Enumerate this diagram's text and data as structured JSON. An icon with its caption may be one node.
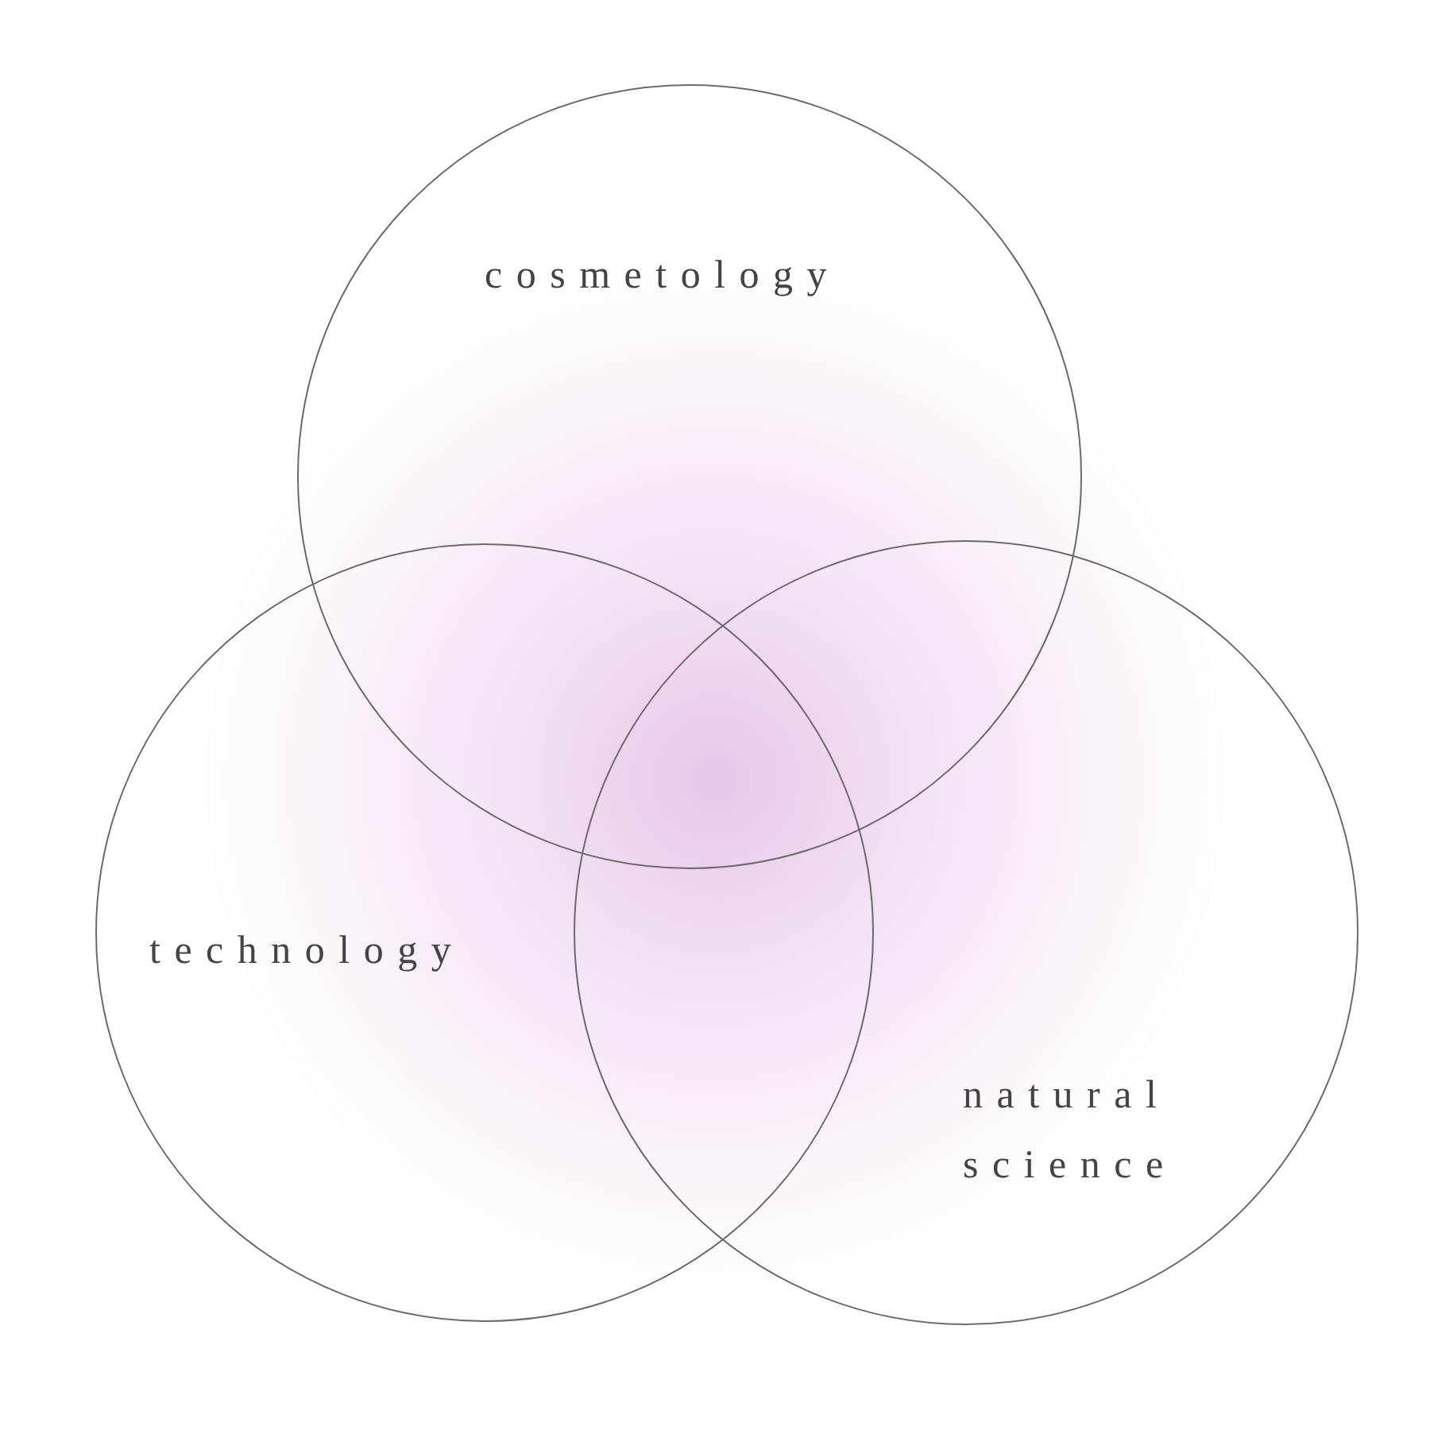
{
  "diagram": {
    "nodes": [
      {
        "text": [
          "cosmetology"
        ]
      },
      {
        "text": [
          "technology"
        ]
      },
      {
        "text": [
          "natural science"
        ]
      }
    ]
  }
}
